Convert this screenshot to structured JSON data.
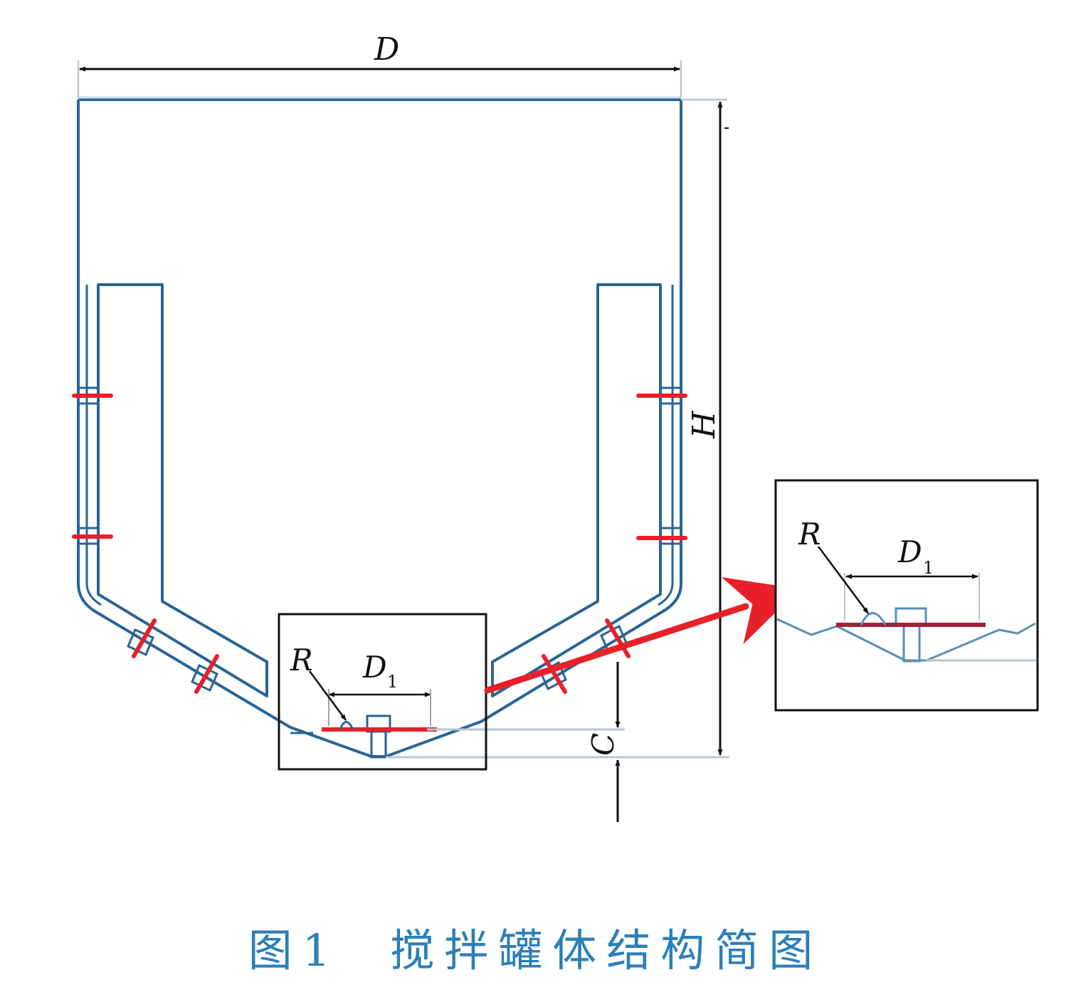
{
  "labels": {
    "diameter": "D",
    "height": "H",
    "clearance": "C",
    "radius": "R",
    "impeller_diameter": "D",
    "impeller_diameter_subscript": "1"
  },
  "caption": {
    "number": "图1",
    "title": "搅拌罐体结构简图"
  },
  "colors": {
    "tank": "#2a6496",
    "baffle_mark": "#e8202a",
    "callout_arrow": "#e8202a",
    "caption": "#2c7fb8",
    "dimension": "#111111"
  }
}
